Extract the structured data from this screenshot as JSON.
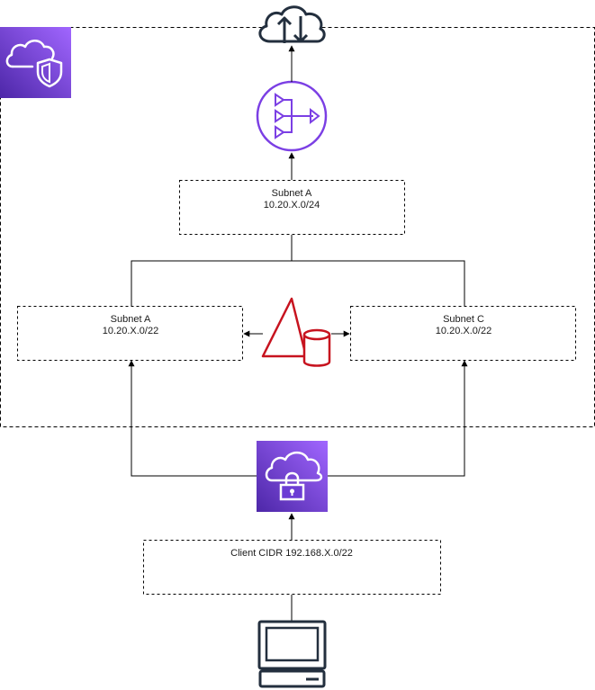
{
  "nodes": {
    "subnet_top": {
      "title": "Subnet A",
      "cidr": "10.20.X.0/24"
    },
    "subnet_left": {
      "title": "Subnet A",
      "cidr": "10.20.X.0/22"
    },
    "subnet_right": {
      "title": "Subnet C",
      "cidr": "10.20.X.0/22"
    },
    "client": {
      "title": "Client CIDR 192.168.X.0/22"
    }
  },
  "colors": {
    "purple": "#8c4fff",
    "purple_dark": "#5a30b5",
    "nat_purple": "#7b3fe4",
    "storage_red": "#c7131f",
    "line": "#000000",
    "icon_dark": "#232f3e"
  },
  "icons": {
    "vpc": "cloud-shield-icon",
    "internet": "cloud-upload-download-icon",
    "nat_gateway": "nat-gateway-icon",
    "storage": "triangle-database-icon",
    "client_vpn": "cloud-lock-icon",
    "client": "computer-terminal-icon"
  }
}
